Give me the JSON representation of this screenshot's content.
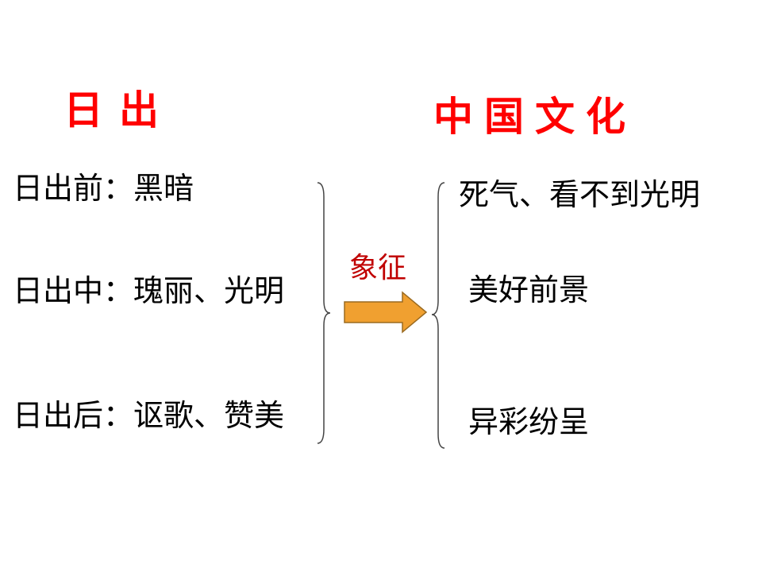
{
  "headings": {
    "left": "日出",
    "right": "中国文化"
  },
  "left_column": [
    {
      "text": "日出前：黑暗"
    },
    {
      "text": "日出中：瑰丽、光明"
    },
    {
      "text": "日出后：讴歌、赞美"
    }
  ],
  "connector": {
    "label": "象征",
    "arrow_color": "#f0a030",
    "label_color": "#c00000"
  },
  "right_column": [
    {
      "text": "死气、看不到光明"
    },
    {
      "text": "美好前景"
    },
    {
      "text": "异彩纷呈"
    }
  ],
  "colors": {
    "heading": "#ff0000",
    "text": "#000000"
  }
}
